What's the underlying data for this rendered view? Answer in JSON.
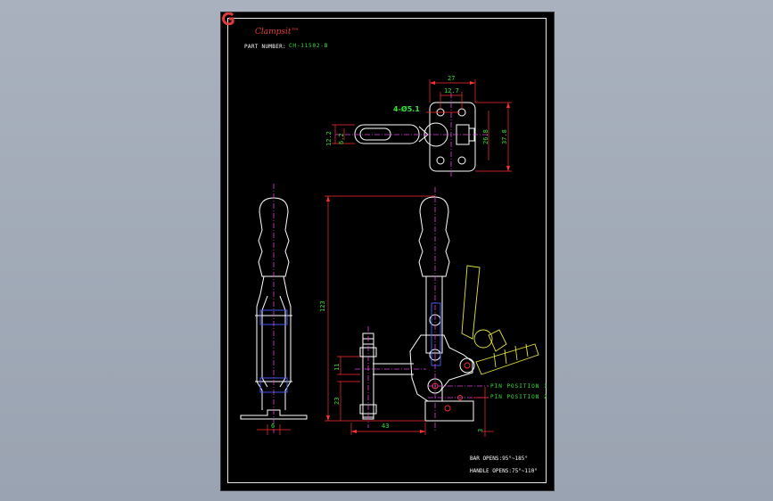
{
  "title_block": {
    "brand_name": "Clampsit™",
    "part_number_label": "PART NUMBER:",
    "part_number_value": "CH-11502-B"
  },
  "dimensions": {
    "top_width": "27",
    "top_hole_spacing": "12.7",
    "hole_callout": "4-Ø5.1",
    "top_left_outer": "12.2",
    "top_left_inner": "6.2",
    "right_inner": "26.8",
    "right_outer": "37.8",
    "height_total": "123",
    "arm_height": "11",
    "base_height": "23",
    "base_length": "43",
    "side_thickness": "6",
    "pin_offset": "3"
  },
  "annotations": {
    "pin_position_1": "PIN POSITION 1",
    "pin_position_2": "PIN POSITION 2",
    "bar_opens": "BAR OPENS:95°~185°",
    "handle_opens": "HANDLE OPENS:75°~110°"
  },
  "colors": {
    "background": "#000000",
    "outline": "#ffffff",
    "dimension": "#34e234",
    "centerline": "#e040e0",
    "leader": "#ff3030",
    "alt_position": "#e8e83a",
    "hidden": "#4a60ff"
  }
}
